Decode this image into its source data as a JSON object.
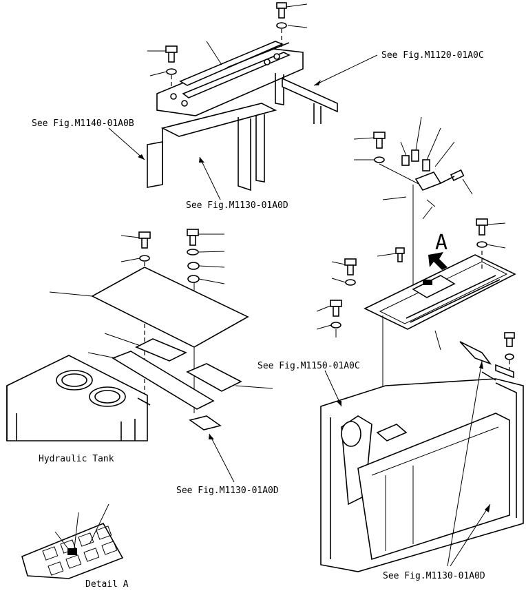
{
  "refs": {
    "ref_m1120": "See Fig.M1120-01A0C",
    "ref_m1140": "See Fig.M1140-01A0B",
    "ref_m1130_top": "See Fig.M1130-01A0D",
    "ref_m1150": "See Fig.M1150-01A0C",
    "ref_m1130_mid": "See Fig.M1130-01A0D",
    "ref_m1130_bottom": "See Fig.M1130-01A0D"
  },
  "labels": {
    "hydraulic_tank": "Hydraulic Tank",
    "detail_a": "Detail A",
    "view_marker": "A"
  }
}
